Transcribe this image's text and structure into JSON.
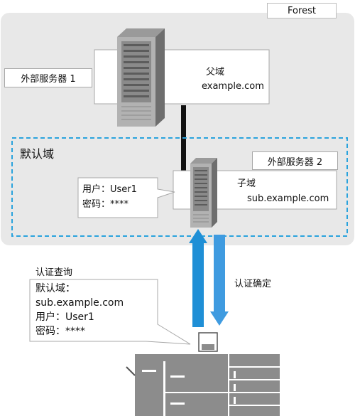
{
  "forest_label": "Forest",
  "parent_domain": {
    "server_label": "外部服务器 1",
    "title": "父域",
    "name": "example.com"
  },
  "default_domain": {
    "title": "默认域",
    "server_label": "外部服务器 2",
    "child_title": "子域",
    "child_name": "sub.example.com",
    "user_line": "用户：User1",
    "password_line": "密码：****"
  },
  "auth_query": {
    "title": "认证查询",
    "line1": "默认域：",
    "line2": "sub.example.com",
    "line3": "用户：User1",
    "line4": "密码：****"
  },
  "auth_confirm": "认证确定",
  "colors": {
    "forest_bg": "#e8e8e8",
    "dashed_border": "#2aa3dd",
    "arrow_up": "#1f8fd6",
    "arrow_down": "#3f9be0",
    "server_dark": "#8a8a8a",
    "device_gray": "#8c8c8c"
  }
}
